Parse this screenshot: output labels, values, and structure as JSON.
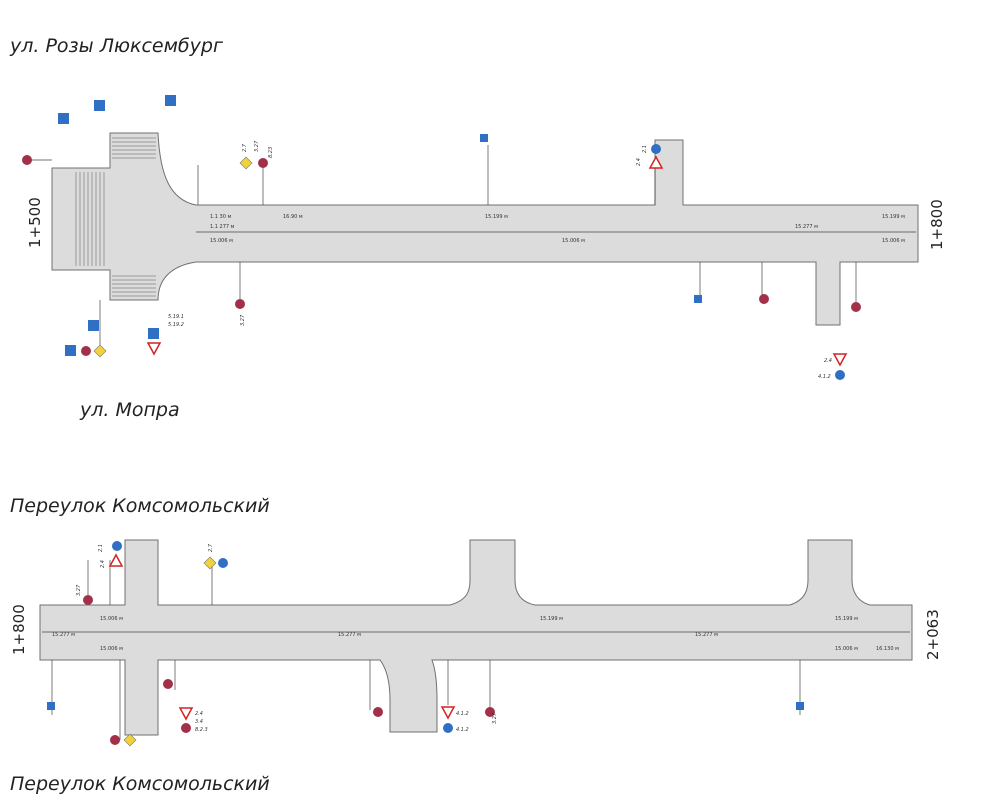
{
  "colors": {
    "road_fill": "#dcdcdc",
    "road_edge": "#707070",
    "sign_blue": "#2f6fc4",
    "sign_red": "#a3304a",
    "sign_yellow": "#f1d23a",
    "sign_triangle_red": "#d22424"
  },
  "sections": [
    {
      "streets": {
        "top": "ул. Розы Люксембург",
        "bottom": "ул. Мопра"
      },
      "pk_start": "1+500",
      "pk_end": "1+800",
      "markings": {
        "m1": "1.1 30 м",
        "m2": "1.1 277 м",
        "m3": "15.006 м",
        "m4": "16.90 м",
        "m5": "15.199 м",
        "m6": "15.006 м",
        "m7": "15.277 м",
        "m8": "15.199 м",
        "m9": "15.006 м"
      },
      "sign_labels": {
        "s1": "2.7",
        "s2": "3.27",
        "s3": "8.23",
        "s4": "2.1",
        "s5": "2.4",
        "s6": "5.19.1",
        "s7": "5.19.2",
        "s8": "2.4",
        "s9": "4.1.2",
        "s10": "3.27"
      }
    },
    {
      "streets": {
        "top": "Переулок Комсомольский",
        "bottom": "Переулок Комсомольский"
      },
      "pk_start": "1+800",
      "pk_end": "2+063",
      "markings": {
        "m1": "15.006 м",
        "m2": "15.277 м",
        "m3": "15.006 м",
        "m4": "15.199 м",
        "m5": "15.277 м",
        "m6": "15.277 м",
        "m7": "15.199 м",
        "m8": "15.006 м",
        "m9": "16.130 м"
      },
      "sign_labels": {
        "s1": "2.1",
        "s2": "2.4",
        "s3": "3.27",
        "s4": "2.4",
        "s5": "4.1.2",
        "s6": "3.4",
        "s7": "8.2.3",
        "s8": "3.27",
        "s9": "2.7",
        "s10": "4.1.2"
      }
    }
  ]
}
